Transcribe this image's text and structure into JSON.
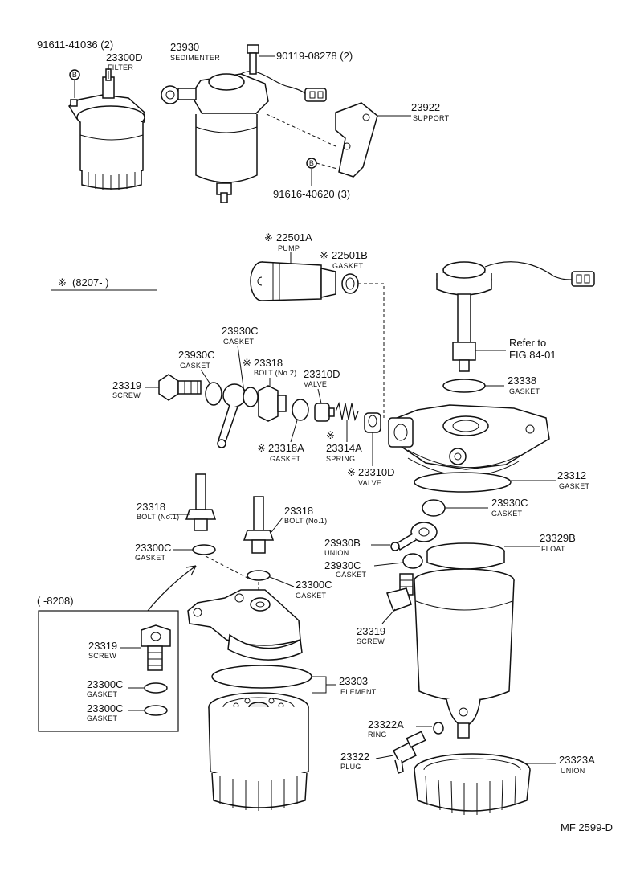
{
  "parts": {
    "p91611": {
      "number": "91611-41036 (2)"
    },
    "p23300D": {
      "number": "23300D",
      "name": "FILTER"
    },
    "p23930_top": {
      "number": "23930",
      "name": "SEDIMENTER"
    },
    "p90119": {
      "number": "90119-08278 (2)"
    },
    "p23922": {
      "number": "23922",
      "name": "SUPPORT"
    },
    "p91616": {
      "number": "91616-40620 (3)"
    },
    "p22501A": {
      "number": "22501A",
      "name": "PUMP"
    },
    "p22501B": {
      "number": "22501B",
      "name": "GASKET"
    },
    "p23930C_a": {
      "number": "23930C",
      "name": "GASKET"
    },
    "p23930C_b": {
      "number": "23930C",
      "name": "GASKET"
    },
    "p23318_bolt2": {
      "number": "23318",
      "name": "BOLT (No.2)"
    },
    "p23310D_a": {
      "number": "23310D",
      "name": "VALVE"
    },
    "p23319_a": {
      "number": "23319",
      "name": "SCREW"
    },
    "p23318A": {
      "number": "23318A",
      "name": "GASKET"
    },
    "p23314A": {
      "number": "23314A",
      "name": "SPRING"
    },
    "p23310D_b": {
      "number": "23310D",
      "name": "VALVE"
    },
    "p23338": {
      "number": "23338",
      "name": "GASKET"
    },
    "p23312": {
      "number": "23312",
      "name": "GASKET"
    },
    "p23930C_c": {
      "number": "23930C",
      "name": "GASKET"
    },
    "p23318_a": {
      "number": "23318",
      "name": "BOLT (No.1)"
    },
    "p23318_b": {
      "number": "23318",
      "name": "BOLT (No.1)"
    },
    "p23300C_a": {
      "number": "23300C",
      "name": "GASKET"
    },
    "p23300C_b": {
      "number": "23300C",
      "name": "GASKET"
    },
    "p23930B": {
      "number": "23930B",
      "name": "UNION"
    },
    "p23329B": {
      "number": "23329B",
      "name": "FLOAT"
    },
    "p23930C_d": {
      "number": "23930C",
      "name": "GASKET"
    },
    "p23319_b": {
      "number": "23319",
      "name": "SCREW"
    },
    "p23319_c": {
      "number": "23319",
      "name": "SCREW"
    },
    "p23300C_c": {
      "number": "23300C",
      "name": "GASKET"
    },
    "p23300C_d": {
      "number": "23300C",
      "name": "GASKET"
    },
    "p23303": {
      "number": "23303",
      "name": "ELEMENT"
    },
    "p23322A": {
      "number": "23322A",
      "name": "RING"
    },
    "p23322": {
      "number": "23322",
      "name": "PLUG"
    },
    "p23323A": {
      "number": "23323A",
      "name": "UNION"
    }
  },
  "markers": {
    "star": "※",
    "bolt_mark": "B"
  },
  "notes": {
    "production_after": "(8207-        )",
    "production_before": "(      -8208)",
    "refer": "Refer to",
    "refer_fig": "FIG.84-01",
    "figure_code": "MF 2599-D"
  }
}
